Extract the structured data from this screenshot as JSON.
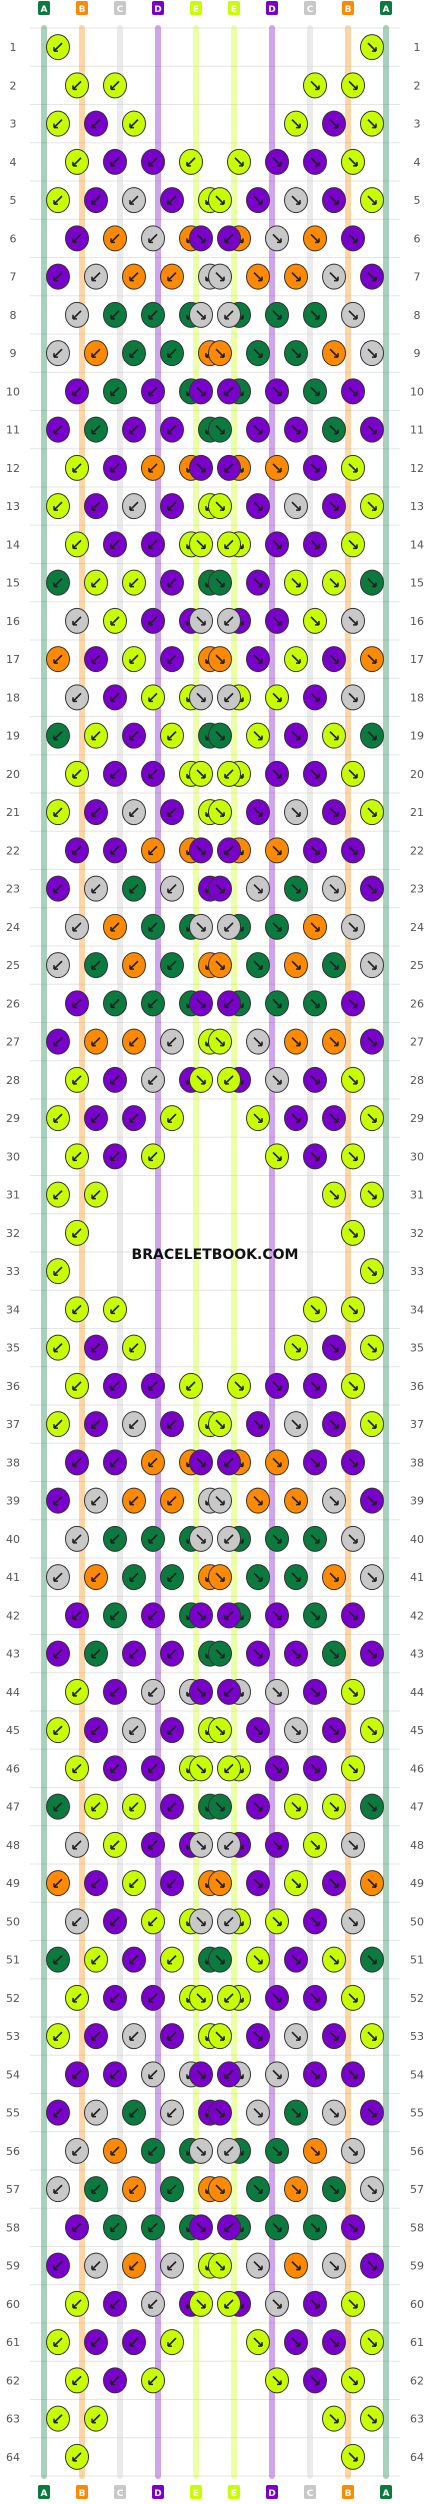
{
  "watermark": "BRACELETBOOK.COM",
  "strings": {
    "letters": [
      "A",
      "B",
      "C",
      "D",
      "E",
      "E",
      "D",
      "C",
      "B",
      "A"
    ],
    "colors": {
      "A": "#0b7a3e",
      "B": "#ff8a00",
      "C": "#c8c8c8",
      "D": "#7a00cc",
      "E": "#c8ff00"
    }
  },
  "rows": {
    "count": 64,
    "labels": [
      "1",
      "2",
      "3",
      "4",
      "5",
      "6",
      "7",
      "8",
      "9",
      "10",
      "11",
      "12",
      "13",
      "14",
      "15",
      "16",
      "17",
      "18",
      "19",
      "20",
      "21",
      "22",
      "23",
      "24",
      "25",
      "26",
      "27",
      "28",
      "29",
      "30",
      "31",
      "32",
      "33",
      "34",
      "35",
      "36",
      "37",
      "38",
      "39",
      "40",
      "41",
      "42",
      "43",
      "44",
      "45",
      "46",
      "47",
      "48",
      "49",
      "50",
      "51",
      "52",
      "53",
      "54",
      "55",
      "56",
      "57",
      "58",
      "59",
      "60",
      "61",
      "62",
      "63",
      "64"
    ]
  },
  "knot_rows": [
    [
      "E",
      null,
      null,
      null,
      null
    ],
    [
      "E",
      "E",
      null,
      null,
      null
    ],
    [
      "E",
      "D",
      "E",
      null,
      null
    ],
    [
      "E",
      "D",
      "D",
      "E",
      null
    ],
    [
      "E",
      "D",
      "C",
      "D",
      "E"
    ],
    [
      "D",
      "B",
      "C",
      "B",
      "D"
    ],
    [
      "D",
      "C",
      "B",
      "B",
      "C"
    ],
    [
      "C",
      "A",
      "A",
      "A",
      "C"
    ],
    [
      "C",
      "B",
      "A",
      "A",
      "B"
    ],
    [
      "D",
      "A",
      "D",
      "A",
      "D"
    ],
    [
      "D",
      "A",
      "D",
      "D",
      "A"
    ],
    [
      "E",
      "D",
      "B",
      "B",
      "D"
    ],
    [
      "E",
      "D",
      "C",
      "D",
      "E"
    ],
    [
      "E",
      "D",
      "D",
      "E",
      "E"
    ],
    [
      "A",
      "E",
      "E",
      "D",
      "A"
    ],
    [
      "C",
      "E",
      "D",
      "D",
      "C"
    ],
    [
      "B",
      "D",
      "E",
      "D",
      "B"
    ],
    [
      "C",
      "D",
      "E",
      "E",
      "C"
    ],
    [
      "A",
      "E",
      "D",
      "E",
      "A"
    ],
    [
      "E",
      "D",
      "D",
      "E",
      "E"
    ],
    [
      "E",
      "D",
      "C",
      "D",
      "E"
    ],
    [
      "D",
      "D",
      "B",
      "B",
      "D"
    ],
    [
      "D",
      "C",
      "A",
      "C",
      "D"
    ],
    [
      "C",
      "B",
      "A",
      "A",
      "C"
    ],
    [
      "C",
      "A",
      "B",
      "A",
      "B"
    ],
    [
      "D",
      "A",
      "A",
      "A",
      "D"
    ],
    [
      "D",
      "B",
      "B",
      "C",
      "E"
    ],
    [
      "E",
      "D",
      "C",
      "D",
      "E"
    ],
    [
      "E",
      "D",
      "D",
      "E",
      null
    ],
    [
      "E",
      "D",
      "E",
      null,
      null
    ],
    [
      "E",
      "E",
      null,
      null,
      null
    ],
    [
      "E",
      null,
      null,
      null,
      null
    ],
    [
      "E",
      null,
      null,
      null,
      null
    ],
    [
      "E",
      "E",
      null,
      null,
      null
    ],
    [
      "E",
      "D",
      "E",
      null,
      null
    ],
    [
      "E",
      "D",
      "D",
      "E",
      null
    ],
    [
      "E",
      "D",
      "C",
      "D",
      "E"
    ],
    [
      "D",
      "D",
      "B",
      "B",
      "D"
    ],
    [
      "D",
      "C",
      "B",
      "B",
      "C"
    ],
    [
      "C",
      "A",
      "A",
      "A",
      "C"
    ],
    [
      "C",
      "B",
      "A",
      "A",
      "B"
    ],
    [
      "D",
      "A",
      "D",
      "A",
      "D"
    ],
    [
      "D",
      "A",
      "D",
      "D",
      "A"
    ],
    [
      "E",
      "D",
      "C",
      "C",
      "D"
    ],
    [
      "E",
      "D",
      "C",
      "D",
      "E"
    ],
    [
      "E",
      "D",
      "D",
      "E",
      "E"
    ],
    [
      "A",
      "E",
      "E",
      "D",
      "A"
    ],
    [
      "C",
      "E",
      "D",
      "D",
      "C"
    ],
    [
      "B",
      "D",
      "E",
      "D",
      "B"
    ],
    [
      "C",
      "D",
      "E",
      "E",
      "C"
    ],
    [
      "A",
      "E",
      "D",
      "E",
      "A"
    ],
    [
      "E",
      "D",
      "D",
      "E",
      "E"
    ],
    [
      "E",
      "D",
      "C",
      "D",
      "E"
    ],
    [
      "D",
      "D",
      "C",
      "C",
      "D"
    ],
    [
      "D",
      "C",
      "A",
      "C",
      "D"
    ],
    [
      "C",
      "B",
      "A",
      "A",
      "C"
    ],
    [
      "C",
      "A",
      "B",
      "A",
      "B"
    ],
    [
      "D",
      "A",
      "A",
      "A",
      "D"
    ],
    [
      "D",
      "C",
      "B",
      "C",
      "E"
    ],
    [
      "E",
      "D",
      "C",
      "D",
      "E"
    ],
    [
      "E",
      "D",
      "D",
      "E",
      null
    ],
    [
      "E",
      "D",
      "E",
      null,
      null
    ],
    [
      "E",
      "E",
      null,
      null,
      null
    ],
    [
      "E",
      null,
      null,
      null,
      null
    ]
  ]
}
